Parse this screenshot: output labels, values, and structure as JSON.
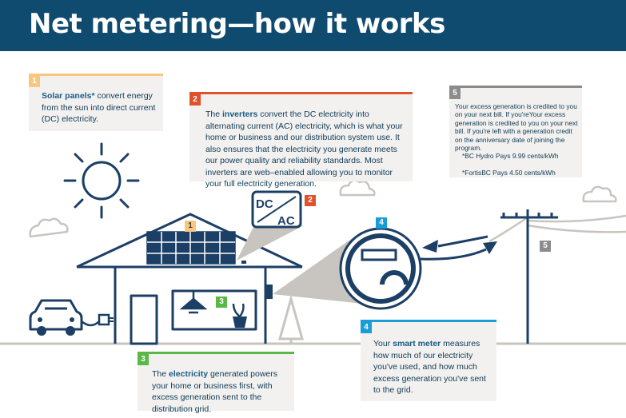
{
  "title": "Net metering—how it works",
  "boxes": {
    "b1": {
      "num": "1",
      "bold": "Solar panels*",
      "text": " convert energy from the sun into direct current (DC) electricity."
    },
    "b2": {
      "num": "2",
      "pre": "The ",
      "bold": "inverters",
      "text": " convert the DC electricity into alternating current (AC) electricity, which is what your home or business and our distribution system use. It also ensures that the electricity you generate meets our power quality and reliability standards. Most inverters are web–enabled allowing you to monitor your full electricity generation."
    },
    "b3": {
      "num": "3",
      "pre": "The ",
      "bold": "electricity",
      "text": " generated powers your home or business first, with excess generation sent to the distribution grid."
    },
    "b4": {
      "num": "4",
      "pre": "Your ",
      "bold": "smart meter",
      "text": " measures how much of our electricity you've used, and how much excess generation you've sent to the grid."
    },
    "b5": {
      "num": "5",
      "text": "Your excess generation is credited to you on your next bill. If you'reYour excess generation is credited to you on your next bill. If you're left with a generation credit on the anniversary date of joining the program.",
      "note1": "*BC Hydro Pays 9.99 cents/kWh",
      "note2": "*FortisBC Pays 4.50 cents/kWh"
    }
  },
  "inverter_labels": {
    "dc": "DC",
    "ac": "AC"
  },
  "callouts": {
    "c1": "1",
    "c2": "2",
    "c3": "3",
    "c4": "4",
    "c5": "5"
  },
  "colors": {
    "navy": "#0f4a6f",
    "line": "#1c3f66",
    "yellow": "#f7c77f",
    "red": "#e0522b",
    "green": "#5ab847",
    "blue": "#1a9dd6",
    "grey": "#8c8c8c"
  },
  "icons": [
    "sun-icon",
    "cloud-icon",
    "house-icon",
    "solar-panel-icon",
    "inverter-icon",
    "lamp-icon",
    "plant-icon",
    "car-icon",
    "plug-icon",
    "smart-meter-icon",
    "utility-pole-icon",
    "tree-icon",
    "arrow-icon"
  ]
}
